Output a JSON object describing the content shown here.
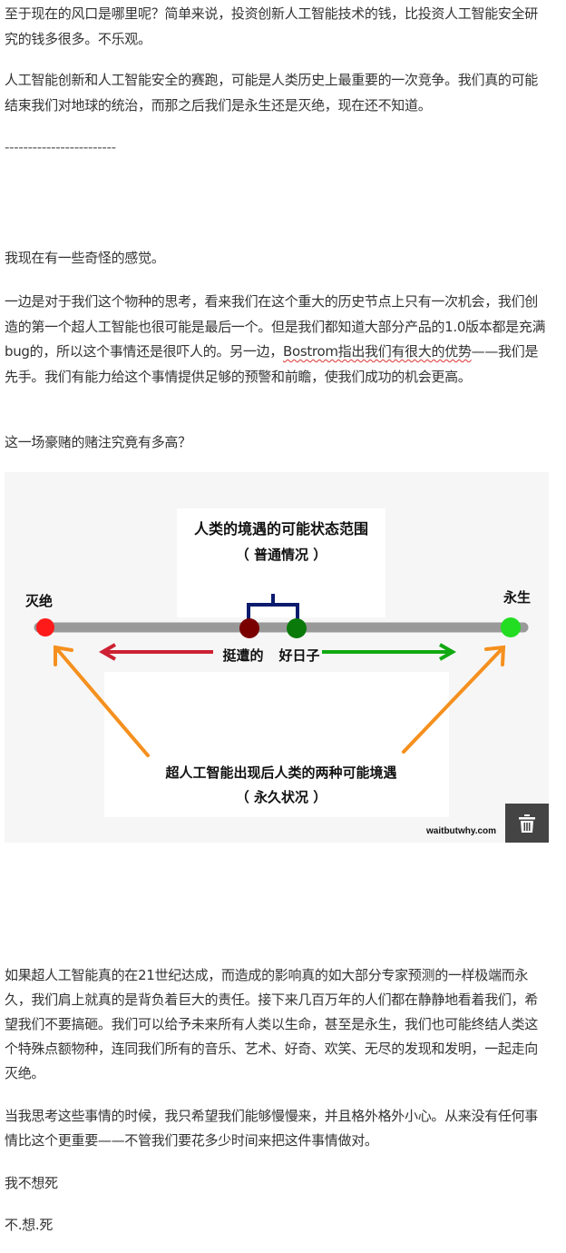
{
  "paragraphs": {
    "p1": "至于现在的风口是哪里呢？简单来说，投资创新人工智能技术的钱，比投资人工智能安全研究的钱多很多。不乐观。",
    "p2": "人工智能创新和人工智能安全的赛跑，可能是人类历史上最重要的一次竞争。我们真的可能结束我们对地球的统治，而那之后我们是永生还是灭绝，现在还不知道。",
    "divider": "------------------------",
    "p3": "我现在有一些奇怪的感觉。",
    "p4a": "一边是对于我们这个物种的思考，看来我们在这个重大的历史节点上只有一次机会，我们创造的第一个超人工智能也很可能是最后一个。但是我们都知道大部分产品的1.0版本都是充满bug的，所以这个事情还是很吓人的。另一边，",
    "p4b": "Bostrom指出我们有很大的优势",
    "p4c": "——我们是先手。我们有能力给这个事情提供足够的预警和前瞻，使我们成功的机会更高。",
    "p5": "这一场豪赌的赌注究竟有多高？",
    "p6": "如果超人工智能真的在21世纪达成，而造成的影响真的如大部分专家预测的一样极端而永久，我们肩上就真的是背负着巨大的责任。接下来几百万年的人们都在静静地看着我们，希望我们不要搞砸。我们可以给予未来所有人类以生命，甚至是永生，我们也可能终结人类这个特殊点额物种，连同我们所有的音乐、艺术、好奇、欢笑、无尽的发现和发明，一起走向灭绝。",
    "p7": "当我思考这些事情的时候，我只希望我们能够慢慢来，并且格外格外小心。从来没有任何事情比这个更重要——不管我们要花多少时间来把这件事情做对。",
    "p8": "我不想死",
    "p9": "不.想.死"
  },
  "figure": {
    "title": "人类的境遇的可能状态范围",
    "subtitle": "（ 普通情况 ）",
    "left_end": "灭绝",
    "right_end": "永生",
    "bad_label": "挺遭的",
    "good_label": "好日子",
    "bottom_title": "超人工智能出现后人类的两种可能境遇",
    "bottom_subtitle": "（ 永久状况 ）",
    "watermark": "waitbutwhy.com",
    "delete_icon": "trash-icon",
    "colors": {
      "extinct": "#ff1a1a",
      "bad": "#7a0000",
      "good": "#0a7a0a",
      "immortal": "#22dd22",
      "bar": "#999999",
      "bracket": "#0b1b6e",
      "arrow_red": "#cc2233",
      "arrow_green": "#11aa11",
      "arrow_orange": "#f5901e"
    }
  }
}
